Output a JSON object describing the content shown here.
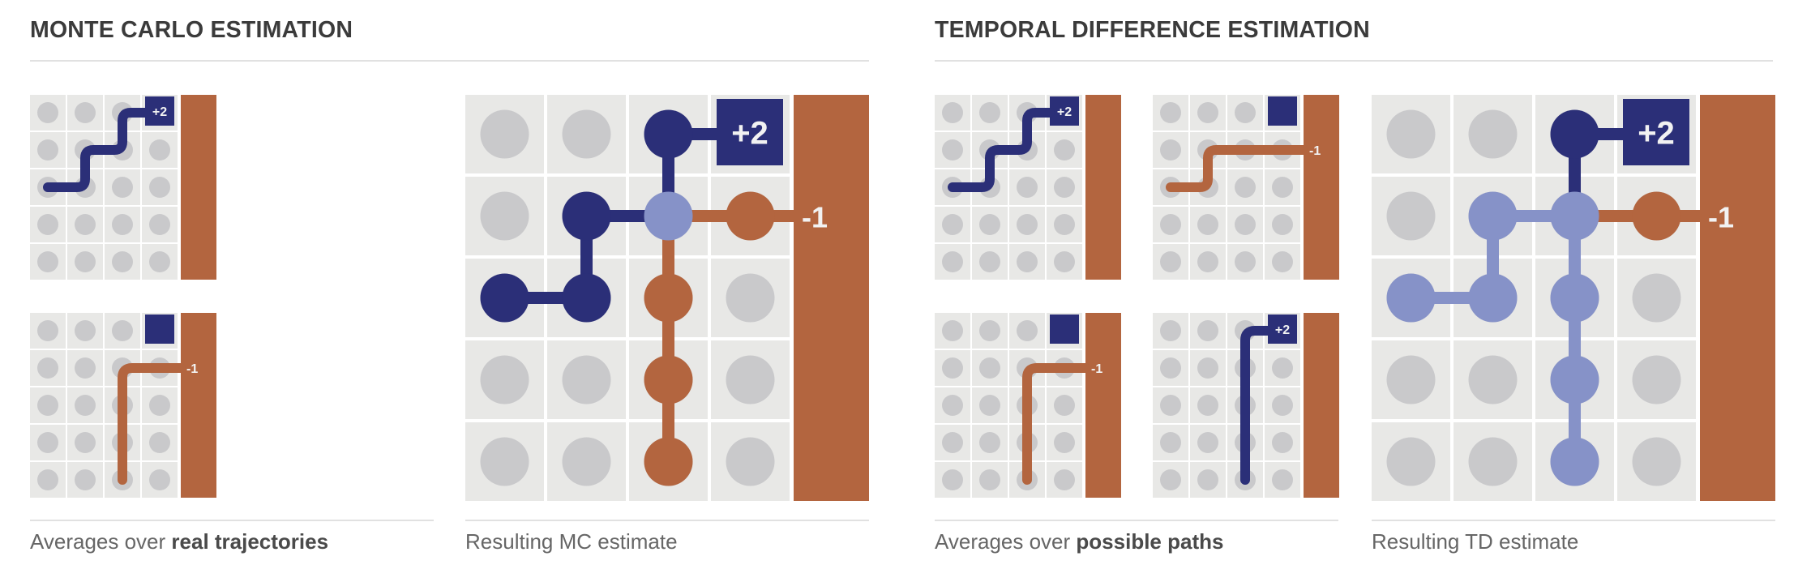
{
  "sections": {
    "mc": {
      "title": "MONTE CARLO ESTIMATION",
      "caption_left_prefix": "Averages over ",
      "caption_left_bold": "real trajectories",
      "caption_right": "Resulting MC estimate"
    },
    "td": {
      "title": "TEMPORAL DIFFERENCE ESTIMATION",
      "caption_left_prefix": "Averages over ",
      "caption_left_bold": "possible paths",
      "caption_right": "Resulting TD estimate"
    }
  },
  "rewards": {
    "positive": "+2",
    "negative": "-1"
  },
  "colors": {
    "cell": "#e8e8e6",
    "dot": "#c9c9cb",
    "navy": "#2b2f78",
    "orange": "#b3653f",
    "lavender": "#8692c8",
    "text_light": "#f2f2f2"
  }
}
